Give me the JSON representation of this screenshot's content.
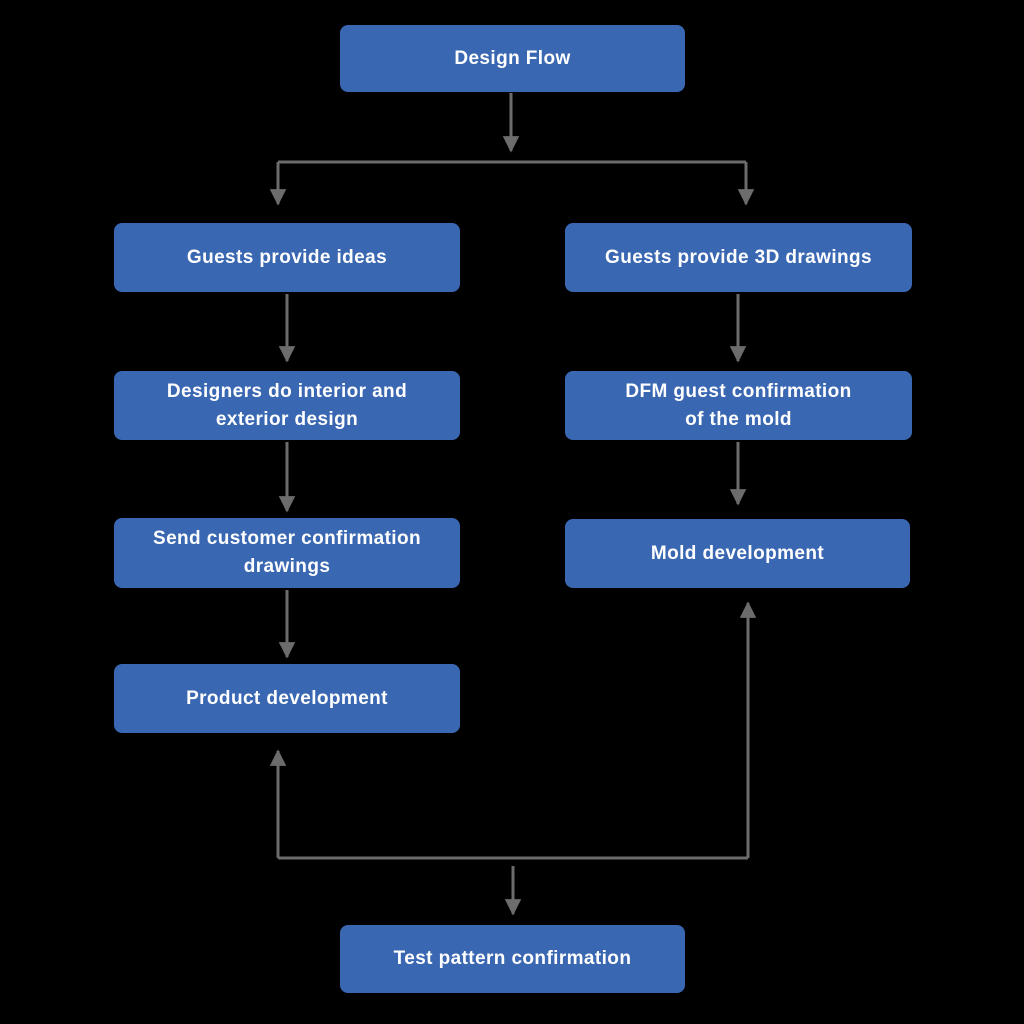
{
  "diagram": {
    "type": "flowchart",
    "colors": {
      "background": "#000000",
      "node_fill": "#3a67b2",
      "node_text": "#ffffff",
      "connector": "#6c6c6c"
    },
    "nodes": [
      {
        "id": "design-flow",
        "label": "Design Flow"
      },
      {
        "id": "guests-provide-ideas",
        "label": "Guests provide ideas"
      },
      {
        "id": "guests-provide-3d-drawings",
        "label": "Guests provide 3D drawings"
      },
      {
        "id": "designers-interior-exterior",
        "label": "Designers do interior and\nexterior design"
      },
      {
        "id": "dfm-guest-confirmation",
        "label": "DFM guest confirmation\nof the mold"
      },
      {
        "id": "send-customer-confirmation-drawings",
        "label": "Send customer confirmation\ndrawings"
      },
      {
        "id": "mold-development",
        "label": "Mold development"
      },
      {
        "id": "product-development",
        "label": "Product development"
      },
      {
        "id": "test-pattern-confirmation",
        "label": "Test pattern confirmation"
      }
    ],
    "edges": [
      {
        "from": "design-flow",
        "to": "guests-provide-ideas",
        "direction": "down"
      },
      {
        "from": "design-flow",
        "to": "guests-provide-3d-drawings",
        "direction": "down"
      },
      {
        "from": "guests-provide-ideas",
        "to": "designers-interior-exterior",
        "direction": "down"
      },
      {
        "from": "designers-interior-exterior",
        "to": "send-customer-confirmation-drawings",
        "direction": "down"
      },
      {
        "from": "send-customer-confirmation-drawings",
        "to": "product-development",
        "direction": "down"
      },
      {
        "from": "guests-provide-3d-drawings",
        "to": "dfm-guest-confirmation",
        "direction": "down"
      },
      {
        "from": "dfm-guest-confirmation",
        "to": "mold-development",
        "direction": "down"
      },
      {
        "from": "bottom-junction",
        "to": "product-development",
        "direction": "up"
      },
      {
        "from": "bottom-junction",
        "to": "mold-development",
        "direction": "up"
      },
      {
        "from": "bottom-junction",
        "to": "test-pattern-confirmation",
        "direction": "down"
      }
    ]
  }
}
